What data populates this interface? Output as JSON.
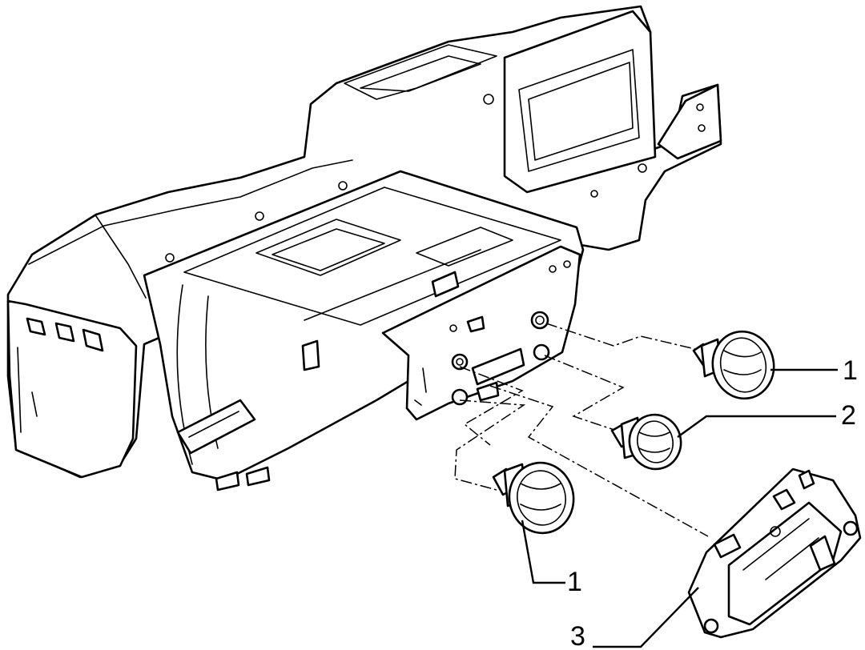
{
  "callouts": [
    {
      "id": "knob-upper-right",
      "label": "1"
    },
    {
      "id": "knob-middle",
      "label": "2"
    },
    {
      "id": "knob-lower-left",
      "label": "1"
    },
    {
      "id": "control-panel",
      "label": "3"
    }
  ]
}
